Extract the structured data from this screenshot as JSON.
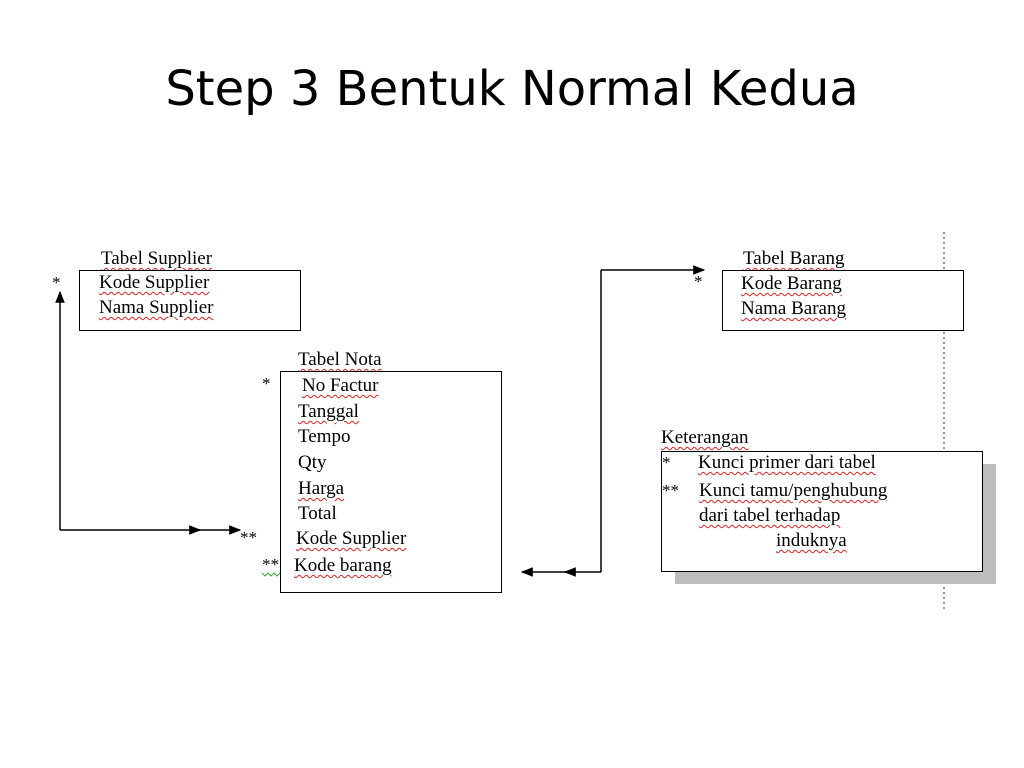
{
  "title": "Step 3 Bentuk Normal Kedua",
  "supplier": {
    "header": "Tabel Supplier",
    "fields": [
      "Kode Supplier",
      "Nama Supplier"
    ],
    "pk_marker": "*"
  },
  "nota": {
    "header": "Tabel Nota",
    "fields": [
      "No Factur",
      "Tanggal",
      "Tempo",
      "Qty",
      "Harga",
      "Total",
      "Kode Supplier",
      "Kode barang"
    ],
    "pk_marker": "*",
    "fk_marker_1": "**",
    "fk_marker_2": "**"
  },
  "barang": {
    "header": "Tabel Barang",
    "fields": [
      "Kode Barang",
      "Nama Barang"
    ],
    "pk_marker": "*"
  },
  "keterangan": {
    "header": "Keterangan",
    "star1": "*",
    "line1": "Kunci primer dari tabel",
    "star2": "**",
    "line2": "Kunci tamu/penghubung",
    "line3": "dari tabel terhadap",
    "line4": "induknya"
  }
}
